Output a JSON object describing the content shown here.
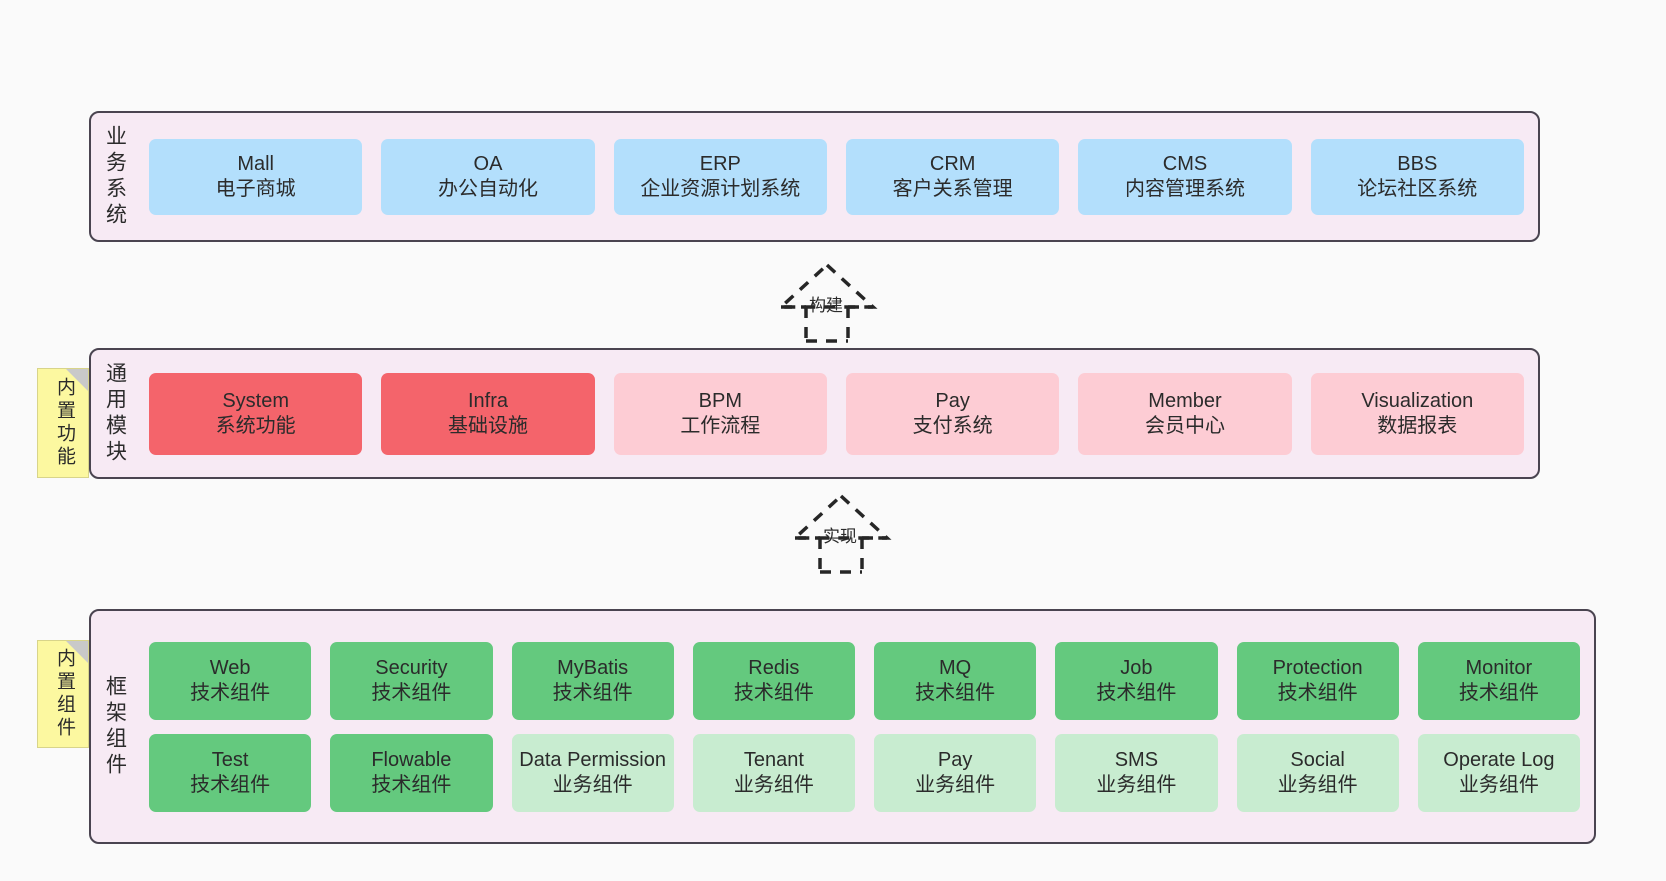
{
  "diagram": {
    "title_hidden": "",
    "colors": {
      "canvas_bg": "#fafafa",
      "layer_bg": "#f7eaf4",
      "layer_border": "#4a4450",
      "business_node": "#b3dffc",
      "module_node": "#fdccd4",
      "module_node_highlight": "#f4646b",
      "framework_node": "#c8ecd0",
      "framework_node_highlight": "#64c97e",
      "sticky_note": "#fcf8a0",
      "sticky_fold": "#c9c9c9",
      "text": "#2b2b2b"
    }
  },
  "layers": {
    "business": {
      "label": "业务系统",
      "nodes": [
        {
          "title": "Mall",
          "sub": "电子商城"
        },
        {
          "title": "OA",
          "sub": "办公自动化"
        },
        {
          "title": "ERP",
          "sub": "企业资源计划系统"
        },
        {
          "title": "CRM",
          "sub": "客户关系管理"
        },
        {
          "title": "CMS",
          "sub": "内容管理系统"
        },
        {
          "title": "BBS",
          "sub": "论坛社区系统"
        }
      ]
    },
    "modules": {
      "label": "通用模块",
      "note": "内置功能",
      "nodes": [
        {
          "title": "System",
          "sub": "系统功能",
          "highlight": true
        },
        {
          "title": "Infra",
          "sub": "基础设施",
          "highlight": true
        },
        {
          "title": "BPM",
          "sub": "工作流程",
          "highlight": false
        },
        {
          "title": "Pay",
          "sub": "支付系统",
          "highlight": false
        },
        {
          "title": "Member",
          "sub": "会员中心",
          "highlight": false
        },
        {
          "title": "Visualization",
          "sub": "数据报表",
          "highlight": false
        }
      ]
    },
    "framework": {
      "label": "框架组件",
      "note": "内置组件",
      "row1": [
        {
          "title": "Web",
          "sub": "技术组件",
          "highlight": true
        },
        {
          "title": "Security",
          "sub": "技术组件",
          "highlight": true
        },
        {
          "title": "MyBatis",
          "sub": "技术组件",
          "highlight": true
        },
        {
          "title": "Redis",
          "sub": "技术组件",
          "highlight": true
        },
        {
          "title": "MQ",
          "sub": "技术组件",
          "highlight": true
        },
        {
          "title": "Job",
          "sub": "技术组件",
          "highlight": true
        },
        {
          "title": "Protection",
          "sub": "技术组件",
          "highlight": true
        },
        {
          "title": "Monitor",
          "sub": "技术组件",
          "highlight": true
        }
      ],
      "row2": [
        {
          "title": "Test",
          "sub": "技术组件",
          "highlight": true
        },
        {
          "title": "Flowable",
          "sub": "技术组件",
          "highlight": true
        },
        {
          "title": "Data Permission",
          "sub": "业务组件",
          "highlight": false
        },
        {
          "title": "Tenant",
          "sub": "业务组件",
          "highlight": false
        },
        {
          "title": "Pay",
          "sub": "业务组件",
          "highlight": false
        },
        {
          "title": "SMS",
          "sub": "业务组件",
          "highlight": false
        },
        {
          "title": "Social",
          "sub": "业务组件",
          "highlight": false
        },
        {
          "title": "Operate Log",
          "sub": "业务组件",
          "highlight": false
        }
      ]
    }
  },
  "connectors": [
    {
      "label": "构建",
      "from": "modules",
      "to": "business"
    },
    {
      "label": "实现",
      "from": "framework",
      "to": "modules"
    }
  ]
}
